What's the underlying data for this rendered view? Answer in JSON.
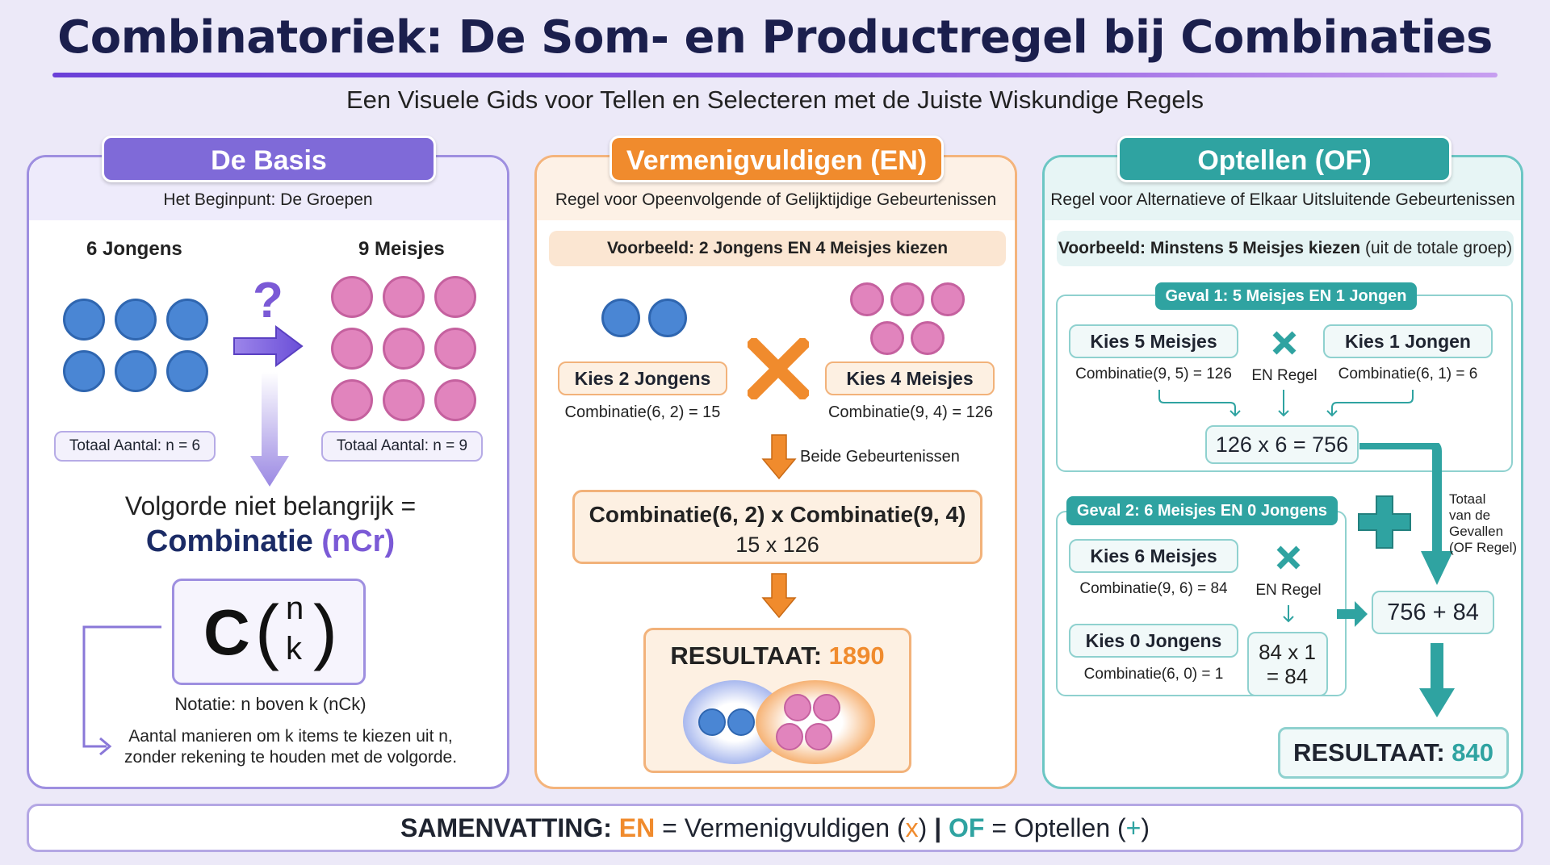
{
  "header": {
    "title": "Combinatoriek: De Som- en Productregel bij Combinaties",
    "subtitle": "Een Visuele Gids voor Tellen en Selecteren met de Juiste Wiskundige Regels"
  },
  "colors": {
    "basis": "#7f6ad8",
    "en": "#f08b2d",
    "of": "#2fa3a1",
    "boy": "#4a86d4",
    "girl": "#e184bd"
  },
  "basis": {
    "title": "De Basis",
    "strip": "Het Beginpunt: De Groepen",
    "boys_label": "6 Jongens",
    "girls_label": "9 Meisjes",
    "question": "?",
    "boys_total": "Totaal Aantal: n = 6",
    "girls_total": "Totaal Aantal: n = 9",
    "order_line1": "Volgorde niet belangrijk =",
    "order_word": "Combinatie",
    "order_ncr": "(nCr)",
    "formula_c": "C",
    "formula_n": "n",
    "formula_k": "k",
    "notation": "Notatie: n boven k (nCk)",
    "explain_line1": "Aantal manieren om k items te kiezen uit n,",
    "explain_line2": "zonder rekening te houden met de volgorde."
  },
  "product": {
    "title": "Vermenigvuldigen (EN)",
    "strip": "Regel voor Opeenvolgende of Gelijktijdige Gebeurtenissen",
    "example": "Voorbeeld: 2 Jongens EN 4 Meisjes kiezen",
    "choose_boys": "Kies 2 Jongens",
    "choose_boys_calc": "Combinatie(6, 2) = 15",
    "choose_girls": "Kies 4 Meisjes",
    "choose_girls_calc": "Combinatie(9, 4) = 126",
    "both_events": "Beide Gebeurtenissen",
    "formula_line1": "Combinatie(6, 2) x Combinatie(9, 4)",
    "formula_line2": "15 x 126",
    "result_label": "RESULTAAT:",
    "result_value": "1890",
    "selected_boys": 2,
    "selected_girls": 4
  },
  "sum": {
    "title": "Optellen (OF)",
    "strip": "Regel voor Alternatieve of Elkaar Uitsluitende Gebeurtenissen",
    "example_bold": "Voorbeeld: Minstens 5 Meisjes kiezen",
    "example_rest": "(uit de totale groep)",
    "case1": {
      "tag": "Geval 1: 5 Meisjes EN 1 Jongen",
      "choose_a": "Kies 5 Meisjes",
      "calc_a": "Combinatie(9, 5) = 126",
      "rule": "EN Regel",
      "choose_b": "Kies 1 Jongen",
      "calc_b": "Combinatie(6, 1) = 6",
      "product": "126 x 6 = 756"
    },
    "case2": {
      "tag": "Geval 2: 6 Meisjes EN 0 Jongens",
      "choose_a": "Kies 6 Meisjes",
      "calc_a": "Combinatie(9, 6) = 84",
      "rule": "EN Regel",
      "choose_b": "Kies 0 Jongens",
      "calc_b": "Combinatie(6, 0) = 1",
      "product_line1": "84 x 1",
      "product_line2": "= 84"
    },
    "total_note_line1": "Totaal",
    "total_note_line2": "van de",
    "total_note_line3": "Gevallen",
    "total_note_line4": "(OF Regel)",
    "sum_expr": "756 + 84",
    "result_label": "RESULTAAT:",
    "result_value": "840"
  },
  "summary": {
    "label": "SAMENVATTING:",
    "en": "EN",
    "en_text": "= Vermenigvuldigen (",
    "en_sym": "x",
    "en_close": ")",
    "sep": "|",
    "of": "OF",
    "of_text": "= Optellen (",
    "of_sym": "+",
    "of_close": ")"
  }
}
